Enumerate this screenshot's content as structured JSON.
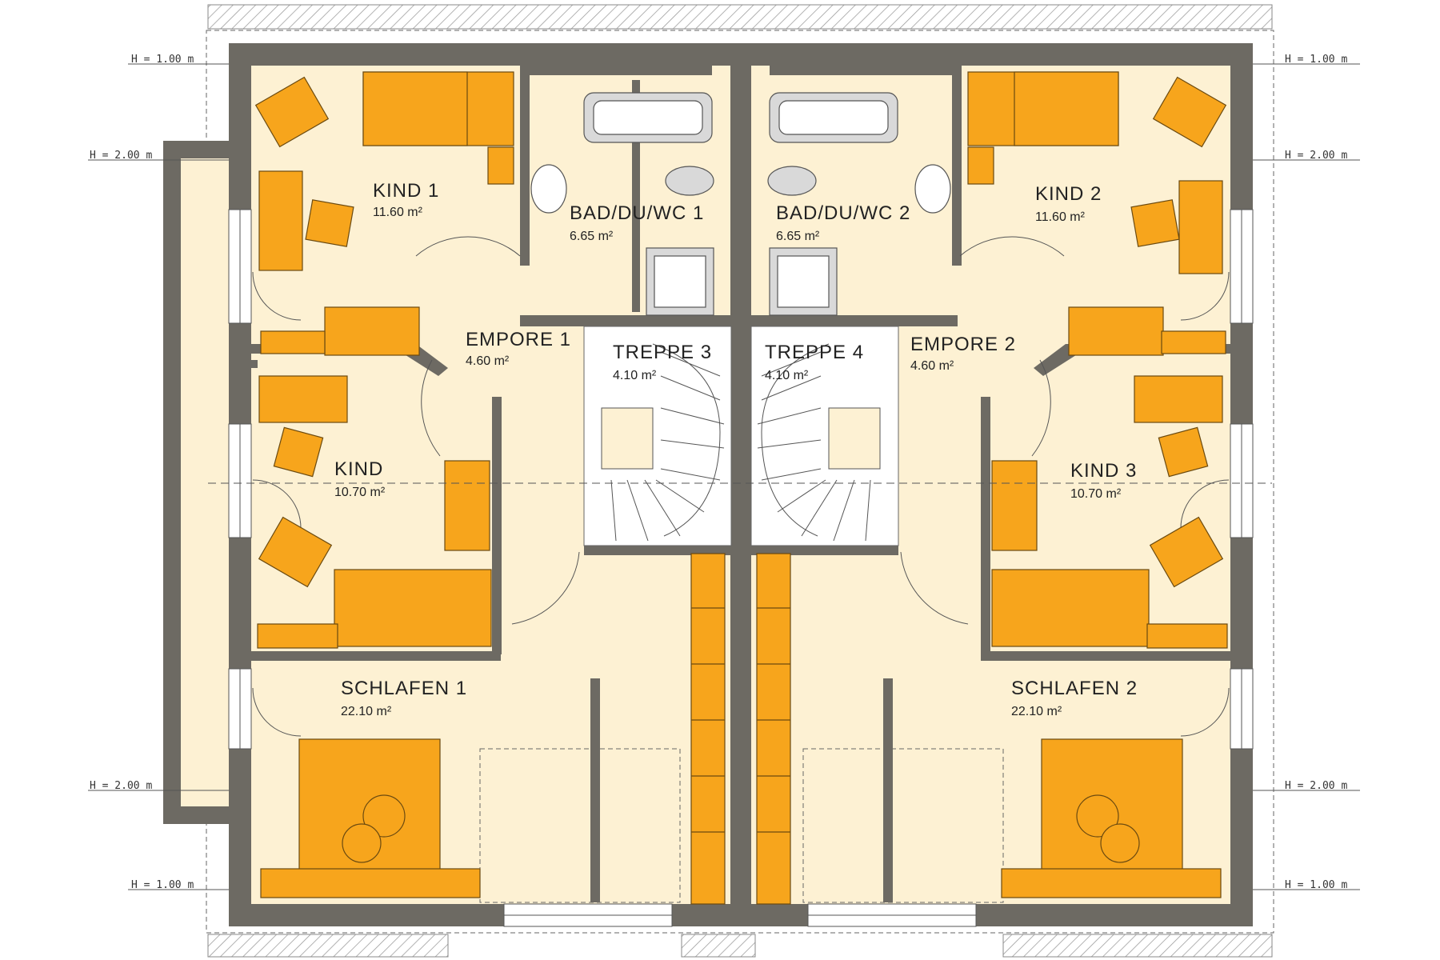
{
  "rooms": {
    "kind1": {
      "name": "KIND 1",
      "area": "11.60 m²"
    },
    "bad1": {
      "name": "BAD/DU/WC 1",
      "area": "6.65 m²"
    },
    "bad2": {
      "name": "BAD/DU/WC 2",
      "area": "6.65 m²"
    },
    "kind2": {
      "name": "KIND 2",
      "area": "11.60 m²"
    },
    "empore1": {
      "name": "EMPORE 1",
      "area": "4.60 m²"
    },
    "treppe3": {
      "name": "TREPPE 3",
      "area": "4.10 m²"
    },
    "treppe4": {
      "name": "TREPPE 4",
      "area": "4.10 m²"
    },
    "empore2": {
      "name": "EMPORE 2",
      "area": "4.60 m²"
    },
    "kind": {
      "name": "KIND",
      "area": "10.70 m²"
    },
    "kind3": {
      "name": "KIND 3",
      "area": "10.70 m²"
    },
    "schlafen1": {
      "name": "SCHLAFEN 1",
      "area": "22.10 m²"
    },
    "schlafen2": {
      "name": "SCHLAFEN 2",
      "area": "22.10 m²"
    }
  },
  "height_markers": {
    "left_top_100": "H = 1.00 m",
    "left_top_200": "H = 2.00 m",
    "left_bottom_200": "H = 2.00 m",
    "left_bottom_100": "H = 1.00 m",
    "right_top_100": "H = 1.00 m",
    "right_top_200": "H = 2.00 m",
    "right_bottom_200": "H = 2.00 m",
    "right_bottom_100": "H = 1.00 m"
  },
  "colors": {
    "wall": "#6d6a63",
    "floor": "#fdf1d3",
    "furniture": "#f7a51c",
    "fixture": "#d9d9d9"
  }
}
